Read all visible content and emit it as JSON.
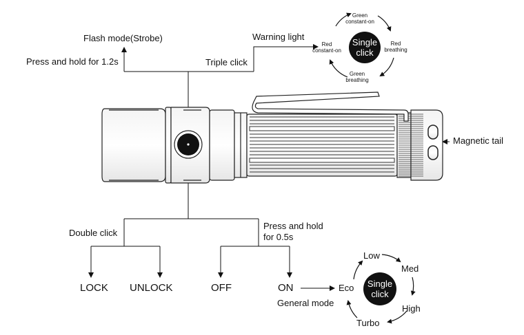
{
  "diagram": {
    "top": {
      "flash_mode": "Flash mode(Strobe)",
      "press_hold_long": "Press and hold for 1.2s",
      "triple_click": "Triple click",
      "warning_light": "Warning light"
    },
    "warning_cycle": {
      "center_line1": "Single",
      "center_line2": "click",
      "states": [
        {
          "line1": "Green",
          "line2": "constant-on"
        },
        {
          "line1": "Red",
          "line2": "breathing"
        },
        {
          "line1": "Green",
          "line2": "breathing"
        },
        {
          "line1": "Red",
          "line2": "constant-on"
        }
      ]
    },
    "magnetic_tail": "Magnetic tail",
    "bottom": {
      "double_click": "Double click",
      "press_hold_short_line1": "Press and hold",
      "press_hold_short_line2": "for 0.5s",
      "lock": "LOCK",
      "unlock": "UNLOCK",
      "off": "OFF",
      "on": "ON",
      "general_mode": "General mode"
    },
    "general_cycle": {
      "center_line1": "Single",
      "center_line2": "click",
      "levels": [
        "Eco",
        "Low",
        "Med",
        "High",
        "Turbo"
      ]
    }
  }
}
